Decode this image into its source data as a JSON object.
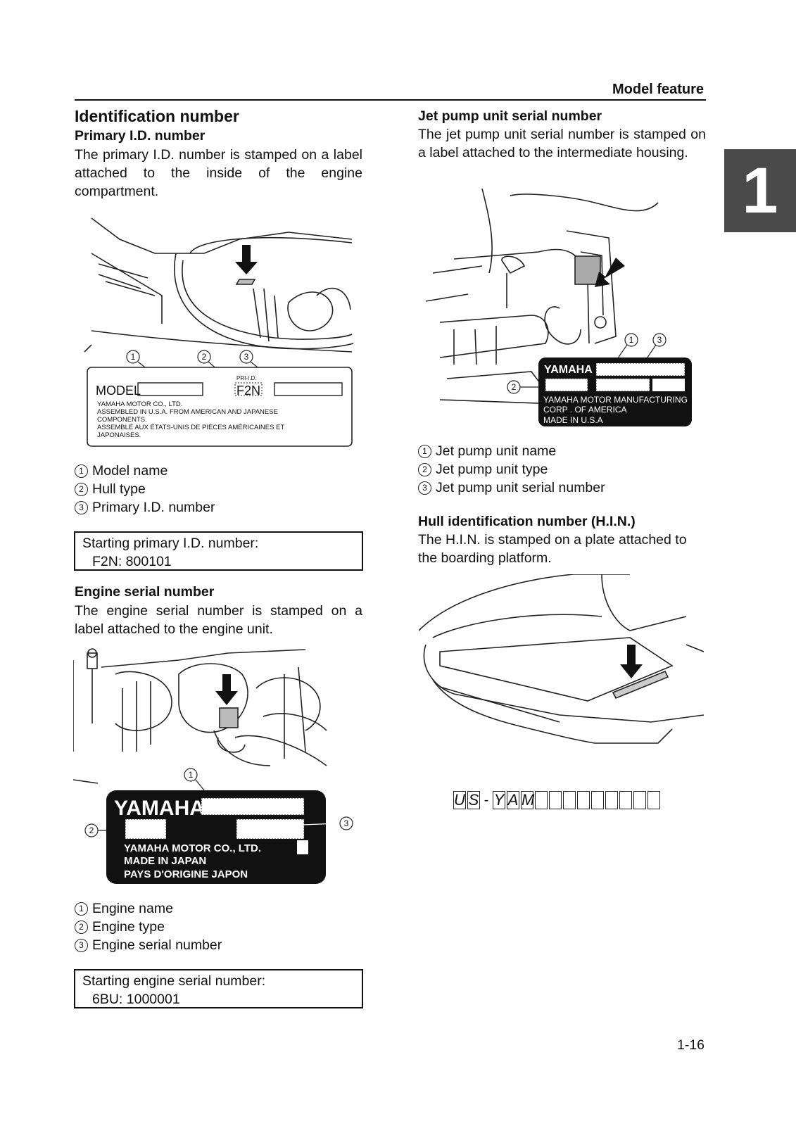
{
  "header": {
    "title": "Model feature"
  },
  "chapter_tab": "1",
  "left": {
    "section_title": "Identification number",
    "primary": {
      "heading": "Primary I.D. number",
      "text": "The primary I.D. number is stamped on a label attached to the inside of the engine compartment.",
      "label": {
        "model": "MODEL",
        "pri_id": "PRI-I.D.",
        "hull_code": "F2N",
        "line1": "YAMAHA MOTOR CO., LTD.",
        "line2": "ASSEMBLED IN U.S.A. FROM AMERICAN AND JAPANESE",
        "line3": "COMPONENTS.",
        "line4": "ASSEMBLÉ AUX ÉTATS-UNIS DE PIÈCES AMÉRICAINES ET",
        "line5": "JAPONAISES."
      },
      "callouts": [
        "1",
        "2",
        "3"
      ],
      "legend": [
        {
          "num": "1",
          "text": "Model name"
        },
        {
          "num": "2",
          "text": "Hull type"
        },
        {
          "num": "3",
          "text": "Primary I.D. number"
        }
      ],
      "box": {
        "line1": "Starting primary I.D. number:",
        "line2": "F2N: 800101"
      }
    },
    "engine": {
      "heading": "Engine serial number",
      "text": "The engine serial number is stamped on a label attached to the engine unit.",
      "label": {
        "brand": "YAMAHA",
        "line1": "YAMAHA MOTOR CO., LTD.",
        "line2": "MADE IN JAPAN",
        "line3": "PAYS D'ORIGINE JAPON"
      },
      "legend": [
        {
          "num": "1",
          "text": "Engine name"
        },
        {
          "num": "2",
          "text": "Engine type"
        },
        {
          "num": "3",
          "text": "Engine serial number"
        }
      ],
      "box": {
        "line1": "Starting engine serial number:",
        "line2": "6BU: 1000001"
      }
    }
  },
  "right": {
    "jet": {
      "heading": "Jet pump unit serial number",
      "text": "The jet pump unit serial number is stamped on a label attached to the intermediate housing.",
      "label": {
        "brand": "YAMAHA",
        "line1": "YAMAHA MOTOR MANUFACTURING",
        "line2": "CORP . OF AMERICA",
        "line3": "MADE IN U.S.A"
      },
      "legend": [
        {
          "num": "1",
          "text": "Jet pump unit name"
        },
        {
          "num": "2",
          "text": "Jet pump unit type"
        },
        {
          "num": "3",
          "text": "Jet pump unit serial number"
        }
      ]
    },
    "hin": {
      "heading": "Hull identification number (H.I.N.)",
      "text": "The H.I.N. is stamped on a plate attached to the boarding platform.",
      "plate": [
        "U",
        "S",
        "-",
        "Y",
        "A",
        "M",
        "",
        "",
        "",
        "",
        "",
        "",
        "",
        "",
        ""
      ]
    }
  },
  "footer": {
    "page": "1-16"
  }
}
